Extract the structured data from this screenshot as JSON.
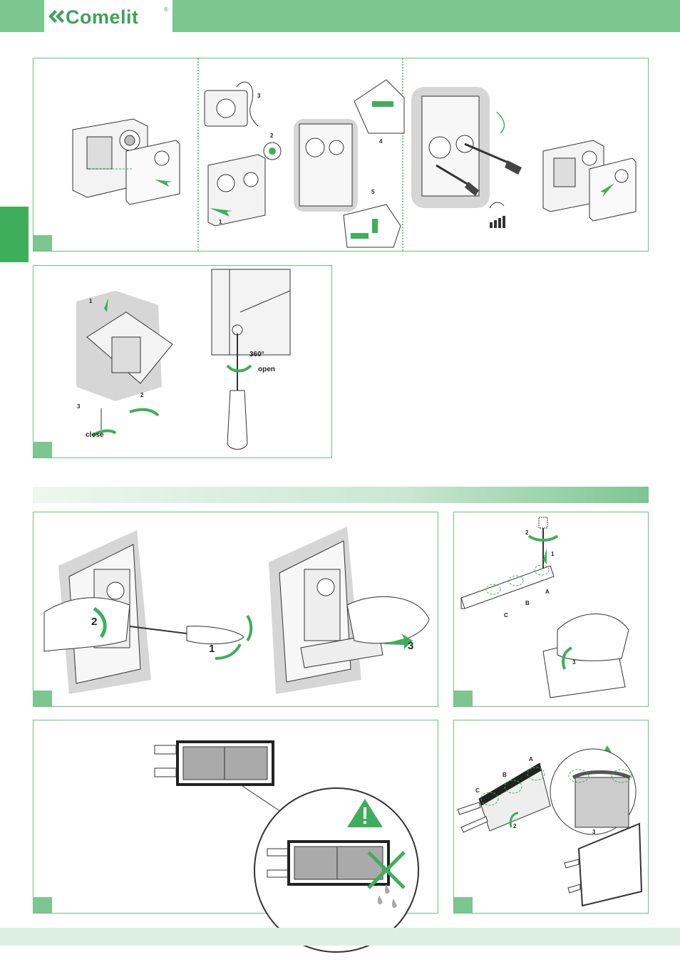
{
  "header": {
    "brand": "Comelit",
    "trademark": "®",
    "bar_color": "#7cc690",
    "accent_color": "#3fae5b"
  },
  "panel_a": {
    "step_labels": [
      "3",
      "2",
      "1",
      "4",
      "5"
    ]
  },
  "panel_b": {
    "step_labels": [
      "1",
      "2",
      "3"
    ],
    "close_label": "close",
    "angle_label": "360°",
    "open_label": "open"
  },
  "panel_c": {
    "step_labels": [
      "2",
      "1",
      "3"
    ]
  },
  "panel_d": {
    "step_labels": [
      "2",
      "1",
      "3"
    ],
    "point_labels": [
      "A",
      "B",
      "C"
    ]
  },
  "panel_f": {
    "point_labels": [
      "A",
      "B",
      "C"
    ],
    "step_labels": [
      "2",
      "3"
    ]
  }
}
